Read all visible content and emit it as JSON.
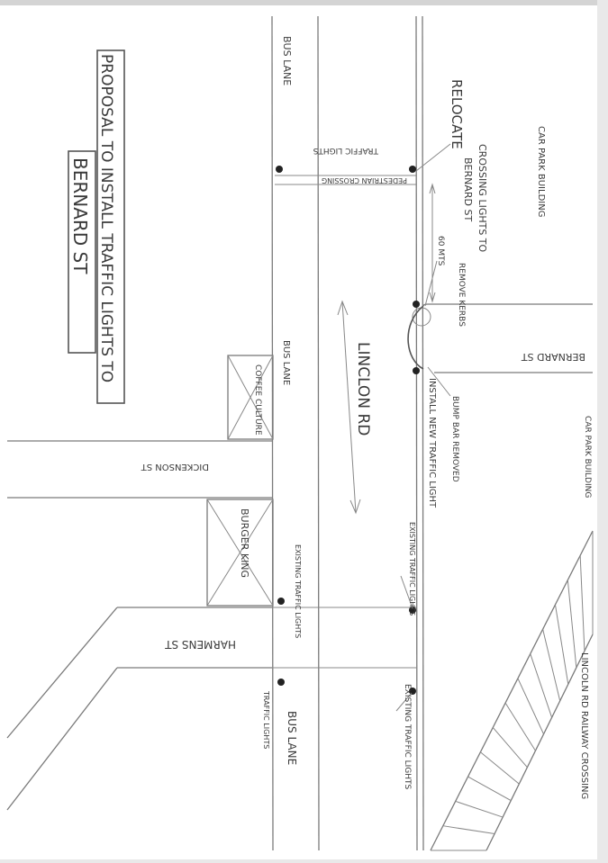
{
  "labels": {
    "title_line1": "PROPOSAL TO INSTALL TRAFFIC LIGHTS TO",
    "title_line2": "BERNARD ST",
    "bus_lane_top": "BUS LANE",
    "bus_lane_mid": "BUS LANE",
    "bus_lane_bottom": "BUS LANE",
    "relocate": "RELOCATE",
    "crossing_lights_to": "CROSSING LIGHTS TO",
    "bernard_st_small": "BERNARD ST",
    "car_park_building_top": "CAR PARK BUILDING",
    "pedestrian_crossing": "PEDESTRIAN CROSSING",
    "traffic_lights": "TRAFFIC LIGHTS",
    "distance": "60 MTS",
    "remove_kerbs": "REMOVE KERBS",
    "bernard_st_road": "BERNARD ST",
    "lincoln_rd": "LINCLON RD",
    "coffee_culture": "COFFEE CULTURE",
    "bump_bar_removed": "BUMP BAR REMOVED",
    "install_new_traffic_light": "INSTALL NEW TRAFFIC LIGHT",
    "car_park_building_right": "CAR PARK BUILDING",
    "dickenson_st": "DICKENSON ST",
    "burger_king": "BURGER KING",
    "existing_traffic_lights_1": "EXISTING TRAFFIC LIGHTS",
    "existing_traffic_lights_2": "EXISTING TRAFFIC LIGHTS",
    "existing_traffic_lights_3": "EXISTING TRAFFIC LIGHTS",
    "harmens_st": "HARMENS ST",
    "traffic_lights_small": "TRAFFIC LIGHTS",
    "lincoln_rd_railway_crossing": "LINCOLN RD RAILWAY CROSSING"
  }
}
